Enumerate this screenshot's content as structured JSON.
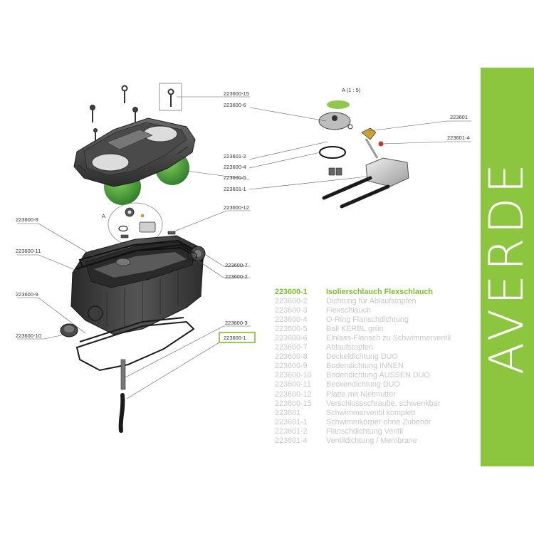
{
  "detail_view_label": "A  (1 : 5)",
  "detail_marker": "A",
  "callouts": [
    {
      "id": "c-223600-15",
      "text": "223600-15"
    },
    {
      "id": "c-223600-6",
      "text": "223600-6"
    },
    {
      "id": "c-223601",
      "text": "223601"
    },
    {
      "id": "c-223601-4",
      "text": "223601-4"
    },
    {
      "id": "c-223601-2",
      "text": "223601-2"
    },
    {
      "id": "c-223600-4",
      "text": "223600-4"
    },
    {
      "id": "c-223600-5",
      "text": "223600-5"
    },
    {
      "id": "c-223601-1",
      "text": "223601-1"
    },
    {
      "id": "c-223600-12",
      "text": "223600-12"
    },
    {
      "id": "c-223600-8",
      "text": "223600-8"
    },
    {
      "id": "c-223600-11",
      "text": "223600-11"
    },
    {
      "id": "c-223600-7",
      "text": "223600-7"
    },
    {
      "id": "c-223600-2",
      "text": "223600-2"
    },
    {
      "id": "c-223600-9",
      "text": "223600-9"
    },
    {
      "id": "c-223600-3",
      "text": "223600-3"
    },
    {
      "id": "c-223600-1",
      "text": "223600-1"
    },
    {
      "id": "c-223600-10",
      "text": "223600-10"
    }
  ],
  "parts_list": [
    {
      "code": "223600-1",
      "name": "Isolierschlauch Flexschlauch",
      "highlighted": true
    },
    {
      "code": "223600-2",
      "name": "Dichtung für Ablaufstopfen",
      "highlighted": false
    },
    {
      "code": "223600-3",
      "name": "Flexschlauch",
      "highlighted": false
    },
    {
      "code": "223600-4",
      "name": "O-Ring Flanschdichtung",
      "highlighted": false
    },
    {
      "code": "223600-5",
      "name": "Ball KERBL grün",
      "highlighted": false
    },
    {
      "code": "223600-6",
      "name": "Einlass-Flansch zu Schwimmerventil",
      "highlighted": false
    },
    {
      "code": "223600-7",
      "name": "Ablaufstopfen",
      "highlighted": false
    },
    {
      "code": "223600-8",
      "name": "Deckeldichtung DUO",
      "highlighted": false
    },
    {
      "code": "223600-9",
      "name": "Bodendichtung INNEN",
      "highlighted": false
    },
    {
      "code": "223600-10",
      "name": "Bodendichtung AUSSEN DUO",
      "highlighted": false
    },
    {
      "code": "223600-11",
      "name": "Beckendichtung DUO",
      "highlighted": false
    },
    {
      "code": "223600-12",
      "name": "Platte mit Nietmutter",
      "highlighted": false
    },
    {
      "code": "223600-15",
      "name": "Verschlussschraube, schwenkbar",
      "highlighted": false
    },
    {
      "code": "223601",
      "name": "Schwimmerventil komplett",
      "highlighted": false
    },
    {
      "code": "223601-1",
      "name": "Schwimmkörper ohne Zubehör",
      "highlighted": false
    },
    {
      "code": "223601-2",
      "name": "Flanschdichtung Ventil",
      "highlighted": false
    },
    {
      "code": "223601-4",
      "name": "Ventildichtung / Membrane",
      "highlighted": false
    }
  ],
  "brand": {
    "name": "AVERDE"
  },
  "colors": {
    "brand_green": "#8cc63e",
    "highlight": "#7cbf2a",
    "inactive_text": "#c8c8c8",
    "body_dark": "#3a3a3a",
    "ball_green": "#4d9a3a"
  }
}
